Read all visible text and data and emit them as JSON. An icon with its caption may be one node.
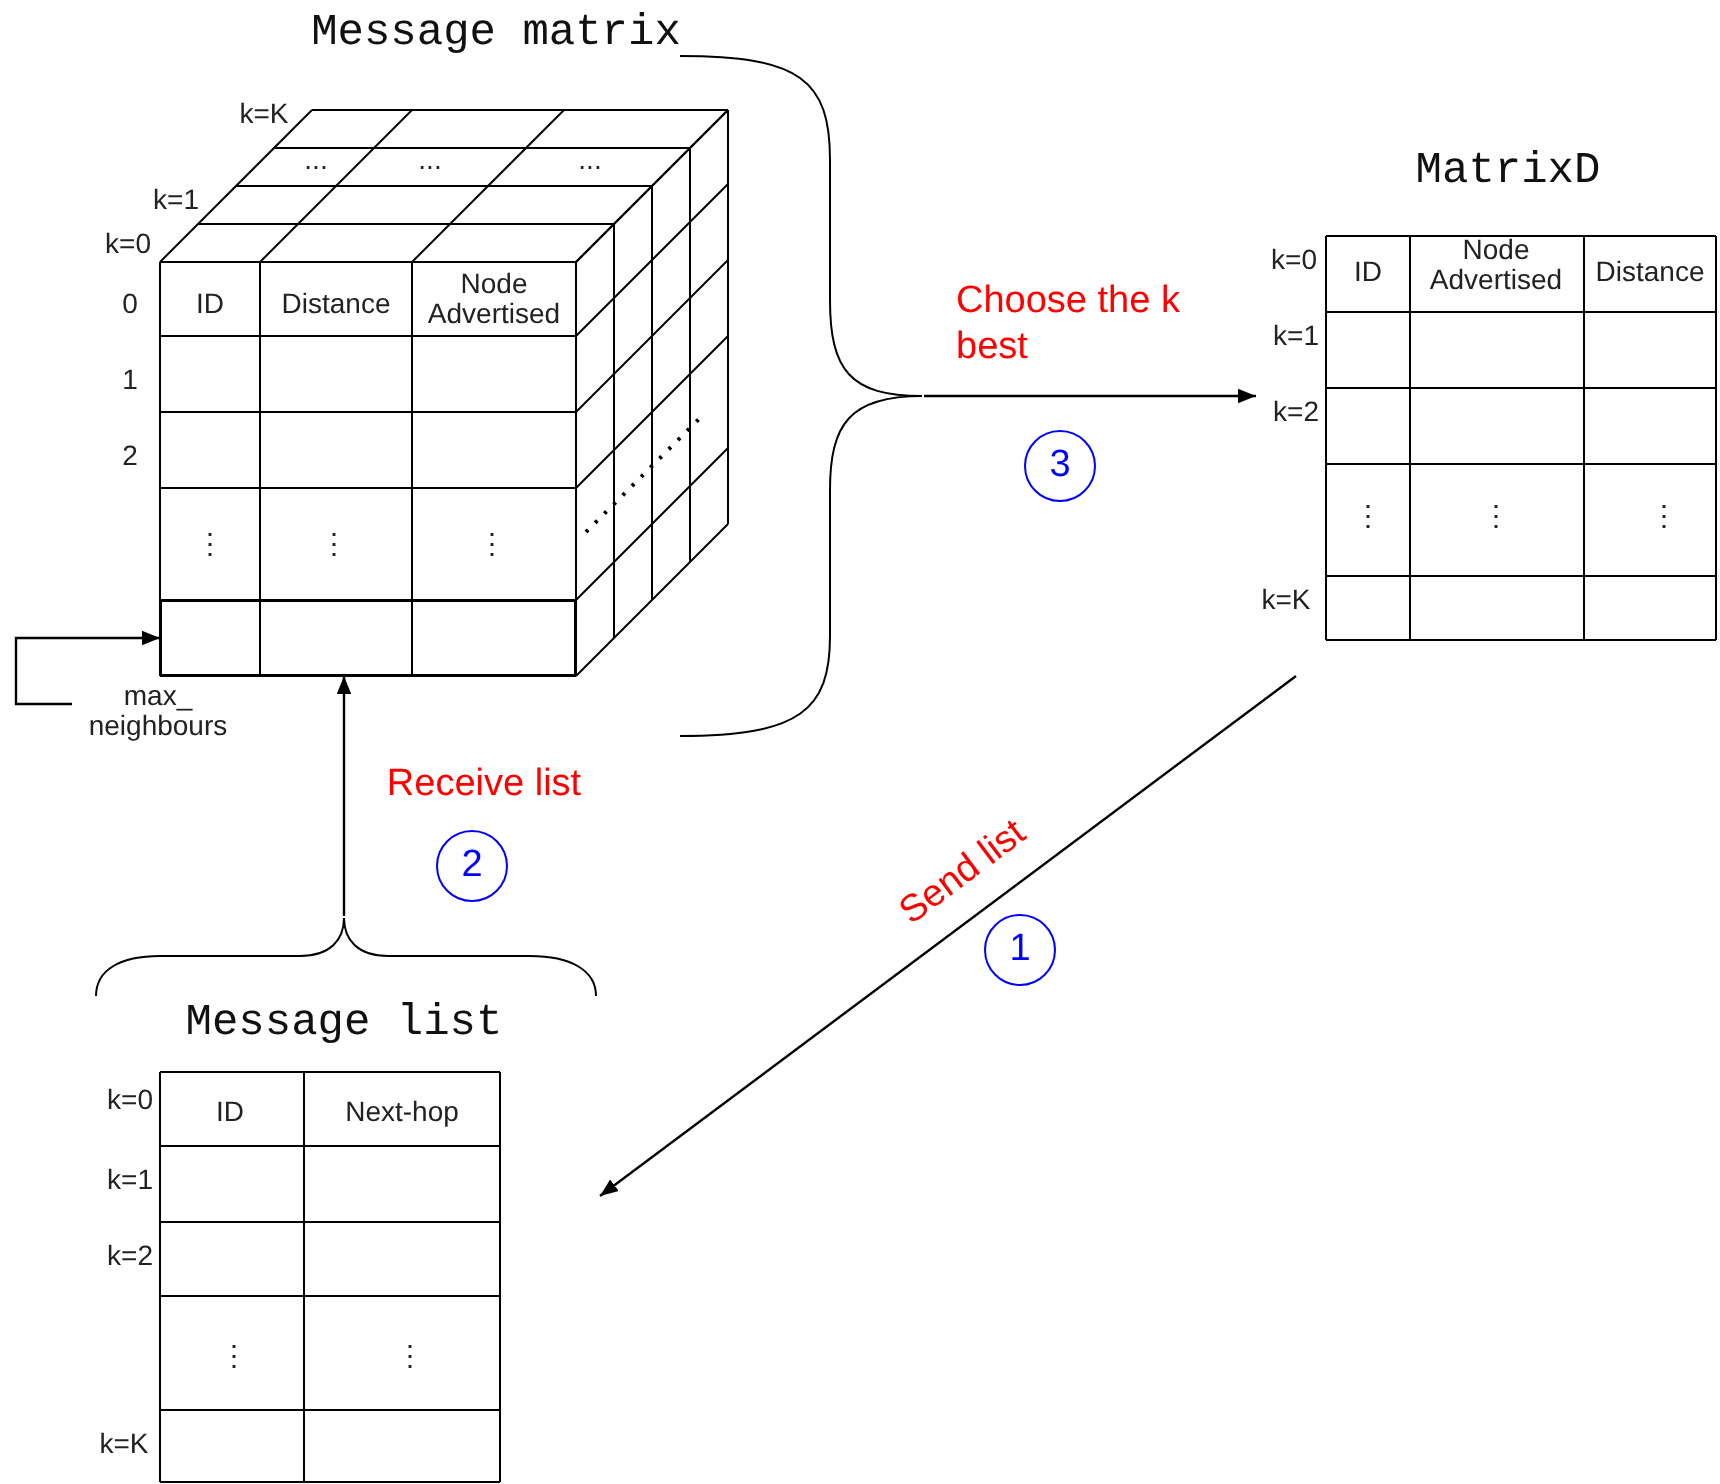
{
  "diagram": {
    "nodes": [
      {
        "text": [
          "Message matrix"
        ]
      },
      {
        "text": [],
        "shape": "box",
        "in": 0
      },
      {
        "text": [
          "MatrixD"
        ]
      },
      {
        "text": [
          "3"
        ]
      },
      {
        "text": [
          "max_ neighbours"
        ]
      },
      {
        "text": [
          "2"
        ]
      },
      {
        "text": [
          "1"
        ]
      },
      {
        "text": [
          "Message list"
        ]
      }
    ],
    "edges": [
      {
        "from": 0,
        "to": 2,
        "arrow": "to",
        "label": "Choose the k best"
      },
      {
        "from": 2,
        "to": 7,
        "arrow": "to",
        "label": "Send list"
      },
      {
        "from": 7,
        "to": 1,
        "arrow": "to",
        "label": "Receive list"
      },
      {
        "from": 4,
        "to": 1,
        "arrow": "to"
      }
    ],
    "labels": [
      "k=K",
      "...",
      "...",
      "...",
      "k=1",
      "k=0",
      "0",
      "ID",
      "Distance",
      "Node Advertised",
      "1",
      "2",
      "⋮",
      "⋮",
      "⋮",
      "k=0",
      "ID",
      "Node Advertised",
      "Distance",
      "k=1",
      "k=2",
      "⋮",
      "⋮",
      "⋮",
      "k=K",
      "k=0",
      "ID",
      "Next-hop",
      "k=1",
      "k=2",
      "⋮",
      "⋮",
      "k=K"
    ]
  }
}
